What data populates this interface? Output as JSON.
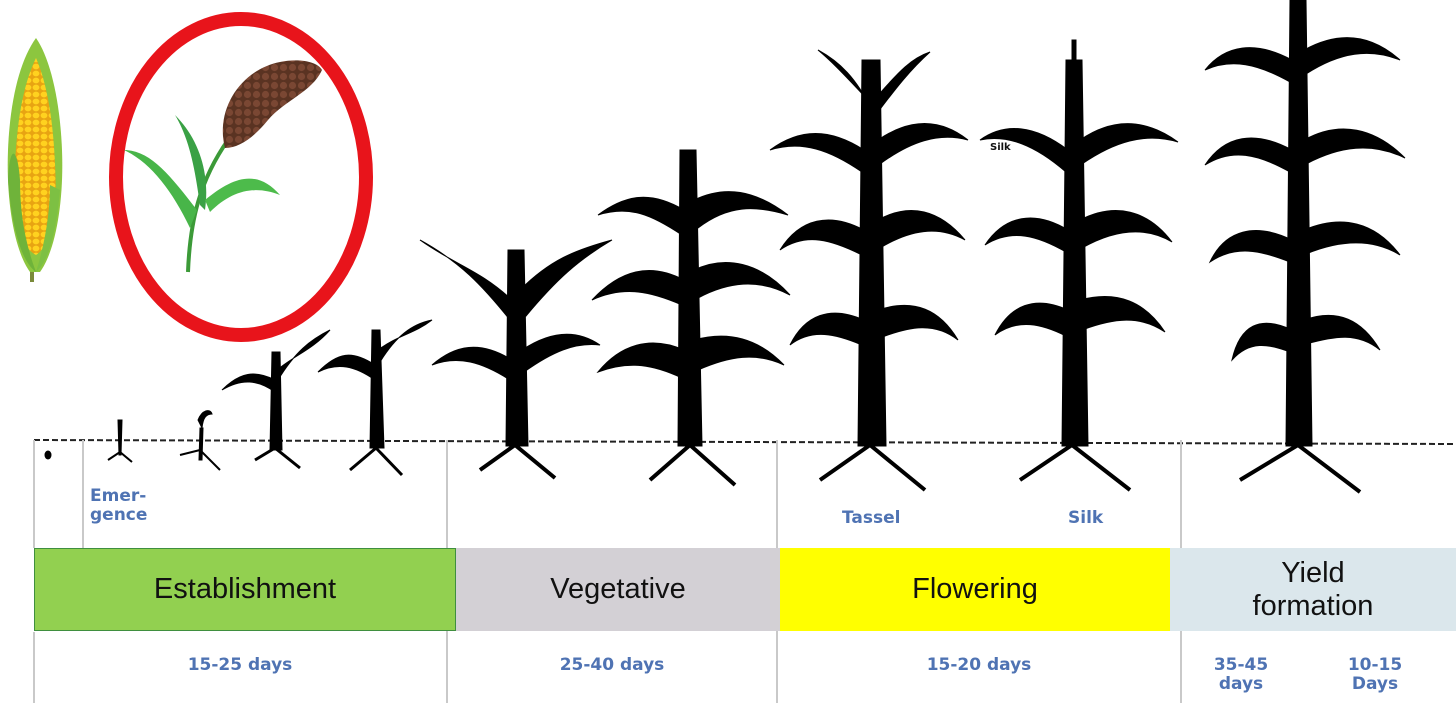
{
  "colors": {
    "establishment": "#92d050",
    "vegetative": "#d3d0d5",
    "flowering": "#ffff00",
    "yield_formation": "#dbe7ec",
    "label_blue": "#4f73b3",
    "highlight_ring": "#e8141b"
  },
  "icons": [
    "corn-cob-icon",
    "sorghum-plant-icon"
  ],
  "markers": {
    "emergence": "Emer-\ngence",
    "tassel": "Tassel",
    "silk": "Silk",
    "silk_small": "Silk"
  },
  "stages": [
    {
      "label": "Establishment",
      "duration": "15-25 days"
    },
    {
      "label": "Vegetative",
      "duration": "25-40 days"
    },
    {
      "label": "Flowering",
      "duration": "15-20 days"
    },
    {
      "label": "Yield\nformation",
      "duration_a": "35-45\ndays",
      "duration_b": "10-15\nDays"
    }
  ]
}
